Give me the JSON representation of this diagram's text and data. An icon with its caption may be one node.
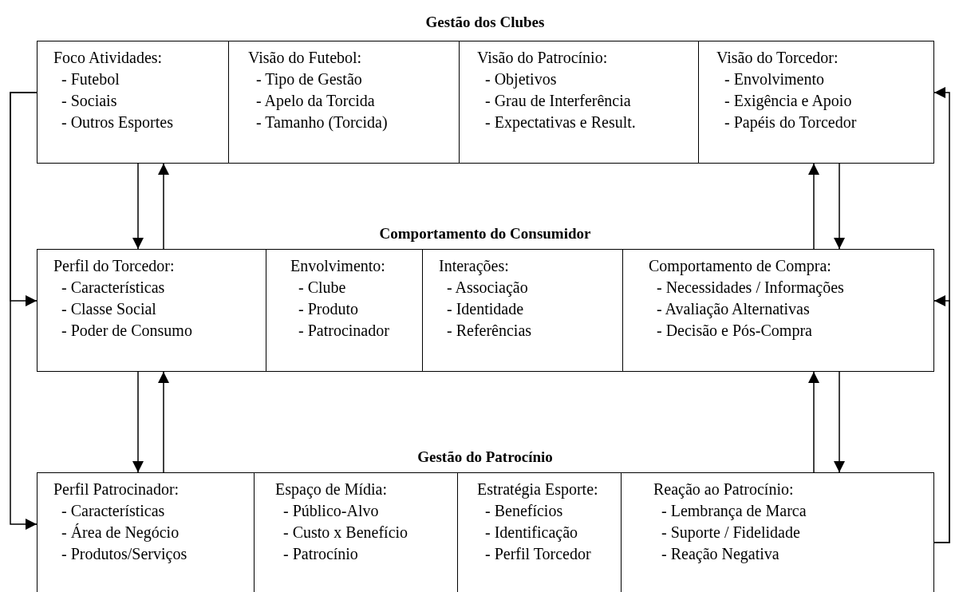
{
  "diagram": {
    "nodes": [
      {
        "text": [
          "Foco Atividades:",
          "- Futebol",
          "- Sociais",
          "- Outros Esportes"
        ]
      },
      {
        "text": [
          "Visão do Futebol:",
          "- Tipo de Gestão",
          "- Apelo da Torcida",
          "- Tamanho (Torcida)"
        ]
      },
      {
        "text": [
          "Visão do Patrocínio:",
          "- Objetivos",
          "- Grau de Interferência",
          "- Expectativas e Result."
        ]
      },
      {
        "text": [
          "Visão do Torcedor:",
          "- Envolvimento",
          "- Exigência e Apoio",
          "- Papéis do Torcedor"
        ]
      },
      {
        "text": [
          "Perfil do Torcedor:",
          "- Características",
          "- Classe Social",
          "- Poder de Consumo"
        ]
      },
      {
        "text": [
          "Envolvimento:",
          "- Clube",
          "- Produto",
          "- Patrocinador"
        ]
      },
      {
        "text": [
          "Interações:",
          "- Associação",
          "- Identidade",
          "- Referências"
        ]
      },
      {
        "text": [
          "Comportamento de Compra:",
          "- Necessidades / Informações",
          "- Avaliação Alternativas",
          "- Decisão e Pós-Compra"
        ]
      },
      {
        "text": [
          "Perfil Patrocinador:",
          "- Características",
          "- Área de Negócio",
          "- Produtos/Serviços"
        ]
      },
      {
        "text": [
          "Espaço de Mídia:",
          "- Público-Alvo",
          "- Custo x Benefício",
          "- Patrocínio"
        ]
      },
      {
        "text": [
          "Estratégia Esporte:",
          "- Benefícios",
          "- Identificação",
          "- Perfil Torcedor"
        ]
      },
      {
        "text": [
          "Reação ao Patrocínio:",
          "- Lembrança de Marca",
          "- Suporte / Fidelidade",
          "- Reação Negativa"
        ]
      }
    ],
    "edges": [
      {
        "from": 0,
        "to": 4,
        "arrow": "to"
      },
      {
        "from": 4,
        "to": 0,
        "arrow": "to"
      },
      {
        "from": 7,
        "to": 3,
        "arrow": "to"
      },
      {
        "from": 3,
        "to": 7,
        "arrow": "to"
      },
      {
        "from": 4,
        "to": 8,
        "arrow": "to"
      },
      {
        "from": 8,
        "to": 4,
        "arrow": "to"
      },
      {
        "from": 11,
        "to": 7,
        "arrow": "to"
      },
      {
        "from": 7,
        "to": 11,
        "arrow": "to"
      },
      {
        "from": 0,
        "to": 4,
        "arrow": "to"
      },
      {
        "from": 0,
        "to": 8,
        "arrow": "to"
      },
      {
        "from": 11,
        "to": 7,
        "arrow": "to"
      },
      {
        "from": 11,
        "to": 3,
        "arrow": "to"
      }
    ],
    "labels": [
      "Gestão dos Clubes",
      "Comportamento do Consumidor",
      "Gestão do Patrocínio"
    ]
  }
}
